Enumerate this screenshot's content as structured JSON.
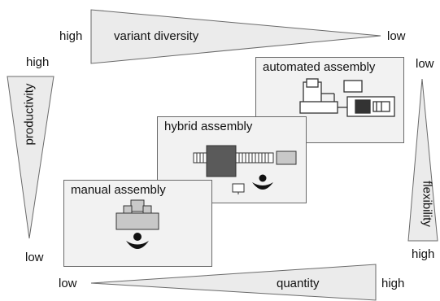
{
  "variant_diversity": {
    "label": "variant diversity",
    "high": "high",
    "low": "low"
  },
  "productivity": {
    "label": "productivity",
    "high": "high",
    "low": "low"
  },
  "flexibility": {
    "label": "flexibility",
    "high": "high",
    "low": "low"
  },
  "quantity": {
    "label": "quantity",
    "low": "low",
    "high": "high"
  },
  "panels": {
    "manual": {
      "title": "manual assembly"
    },
    "hybrid": {
      "title": "hybrid assembly"
    },
    "automated": {
      "title": "automated assembly"
    }
  },
  "colors": {
    "wedge_fill": "#ebebeb",
    "panel_fill": "#f2f2f2",
    "stroke": "#6a6a6a",
    "machine_dark": "#5a5a5a",
    "machine_light": "#c8c8c8"
  }
}
